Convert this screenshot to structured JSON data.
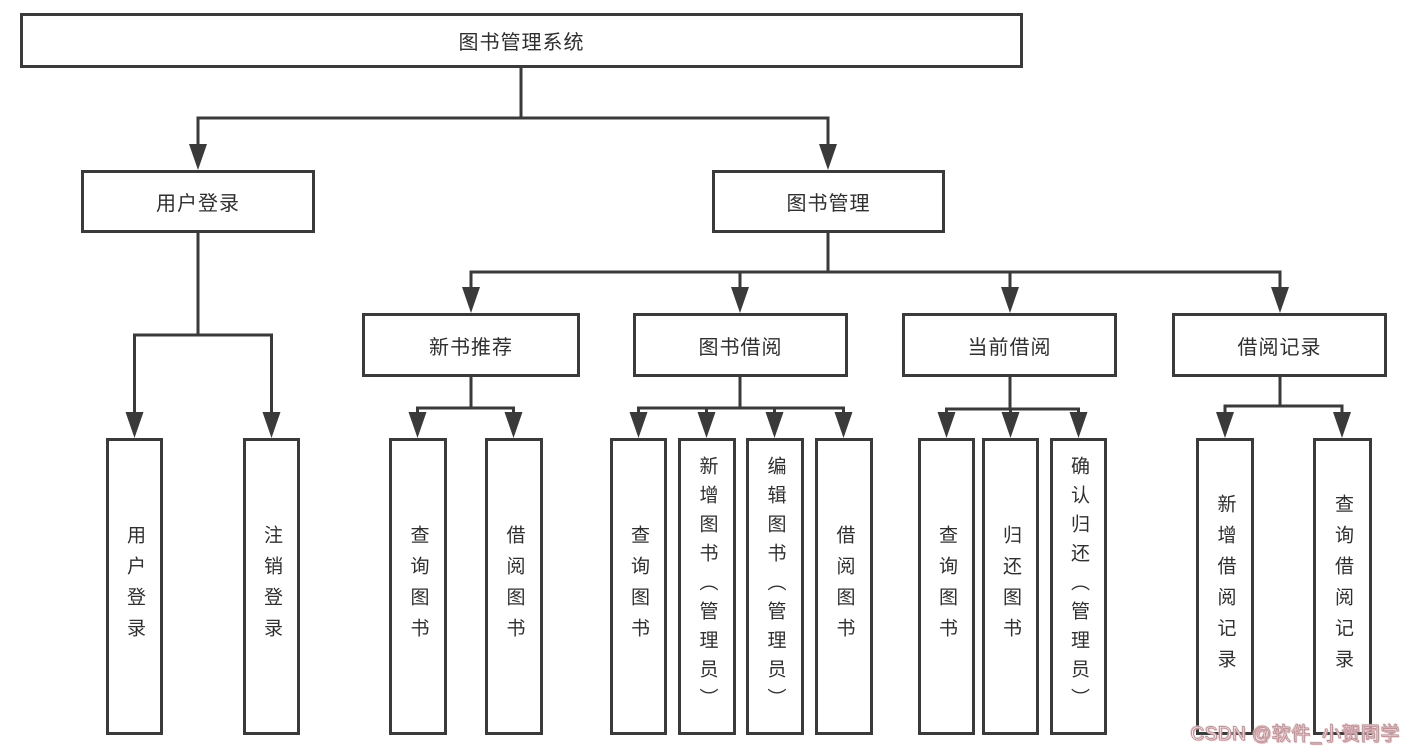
{
  "tree": {
    "root": "图书管理系统",
    "branches": [
      {
        "label": "用户登录",
        "children": [
          "用户登录",
          "注销登录"
        ]
      },
      {
        "label": "图书管理",
        "groups": [
          {
            "label": "新书推荐",
            "children": [
              "查询图书",
              "借阅图书"
            ]
          },
          {
            "label": "图书借阅",
            "children": [
              "查询图书",
              "新增图书（管理员）",
              "编辑图书（管理员）",
              "借阅图书"
            ]
          },
          {
            "label": "当前借阅",
            "children": [
              "查询图书",
              "归还图书",
              "确认归还（管理员）"
            ]
          },
          {
            "label": "借阅记录",
            "children": [
              "新增借阅记录",
              "查询借阅记录"
            ]
          }
        ]
      }
    ]
  },
  "watermark": {
    "text": "CSDN @软件_小贺同学"
  },
  "colors": {
    "line": "#3a3a3a",
    "box_background": "#ffffff",
    "text": "#2f2f2f",
    "watermark_pink": "#e7a3ab",
    "watermark_fill": "#ffffff"
  }
}
